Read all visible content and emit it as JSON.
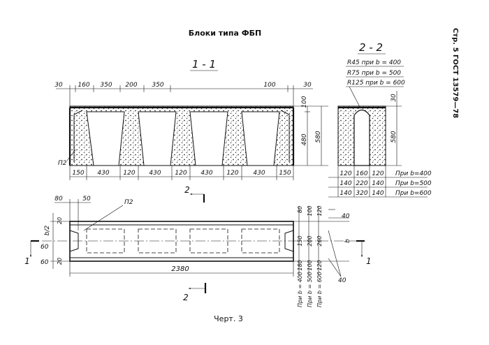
{
  "title": "Блоки типа ФБП",
  "caption": "Черт. 3",
  "side_header": "Стр. 5 ГОСТ 13579—78",
  "view_1_1": {
    "label": "1 - 1",
    "top_dims": [
      "30",
      "160",
      "350",
      "200",
      "350",
      "100",
      "30"
    ],
    "bottom_dims": [
      "150",
      "430",
      "120",
      "430",
      "120",
      "430",
      "120",
      "430",
      "150"
    ],
    "right_dims": [
      "100",
      "480",
      "580"
    ],
    "callout": "П2"
  },
  "view_2_2": {
    "label": "2 - 2",
    "radii": [
      "R45 при b = 400",
      "R75 при b = 500",
      "R125 при b = 600"
    ],
    "right_dims": [
      "30",
      "580"
    ],
    "table": [
      {
        "a": "120",
        "b": "160",
        "c": "120",
        "note": "При b=400"
      },
      {
        "a": "140",
        "b": "220",
        "c": "140",
        "note": "При b=500"
      },
      {
        "a": "140",
        "b": "320",
        "c": "140",
        "note": "При b=600"
      }
    ]
  },
  "plan": {
    "dims_left": [
      "80",
      "50",
      "b/2",
      "60",
      "60",
      "20",
      "20"
    ],
    "callout": "П2",
    "length": "2380",
    "right_top_dims": [
      "80",
      "100",
      "120"
    ],
    "right_mid_dims": [
      "150",
      "200",
      "260"
    ],
    "right_low_dims": [
      "180",
      "100",
      "120"
    ],
    "right_40": [
      "40",
      "40"
    ],
    "notes": [
      "При b = 400",
      "При b = 500",
      "При b = 600"
    ],
    "b_mark": "b",
    "section_marks": [
      "2",
      "2",
      "1",
      "1"
    ]
  }
}
